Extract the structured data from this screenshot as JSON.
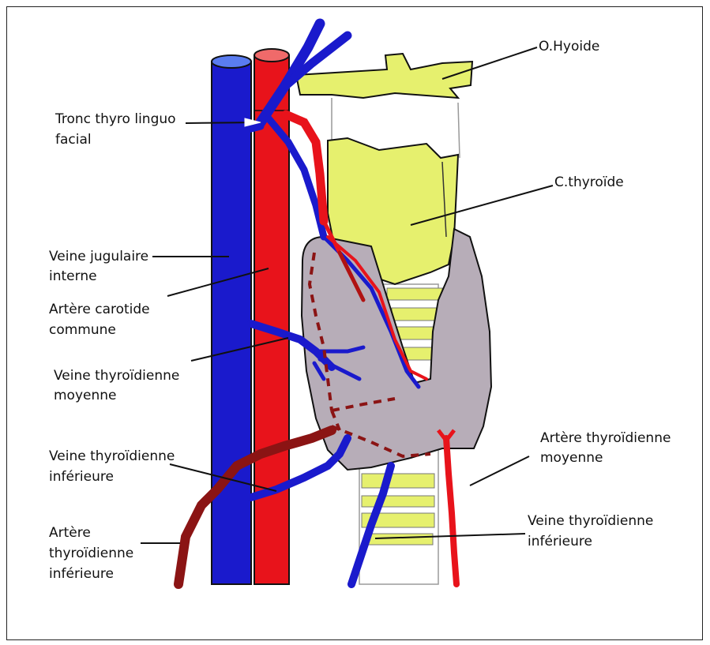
{
  "labels": {
    "o_hyoide": "O.Hyoide",
    "tronc_l1": "Tronc thyro linguo",
    "tronc_l2": "facial",
    "c_thyroide": "C.thyroïde",
    "veine_jug_l1": "Veine jugulaire",
    "veine_jug_l2": "interne",
    "carotide_l1": "Artère carotide",
    "carotide_l2": "commune",
    "vtm_l1": "Veine thyroïdienne",
    "vtm_l2": "moyenne",
    "vti_left_l1": "Veine thyroïdienne",
    "vti_left_l2": "inférieure",
    "ati_l1": "Artère",
    "ati_l2": "thyroïdienne",
    "ati_l3": "inférieure",
    "atm_l1": "Artère thyroïdienne",
    "atm_l2": "moyenne",
    "vti_right_l1": "Veine thyroïdienne",
    "vti_right_l2": "inférieure"
  },
  "colors": {
    "vein": "#1a1acc",
    "artery": "#e8131b",
    "dark_artery": "#8b1414",
    "cartilage": "#e6f06e",
    "gland": "#b7adb8",
    "outline": "#111111"
  }
}
